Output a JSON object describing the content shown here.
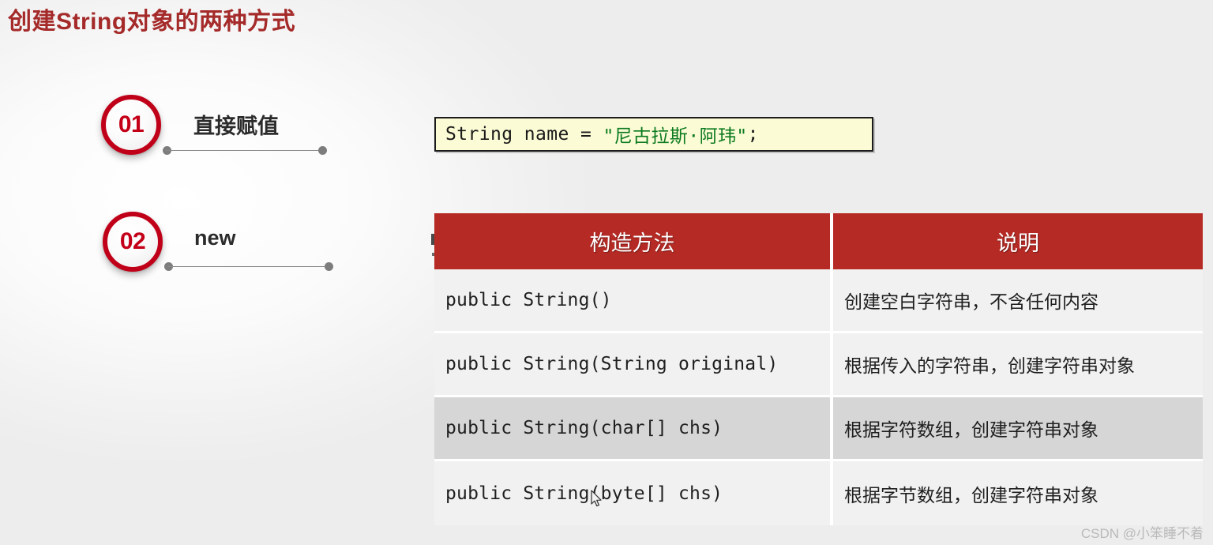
{
  "title": "创建String对象的两种方式",
  "accent_color": "#a52a2a",
  "steps": [
    {
      "number": "01",
      "label": "直接赋值"
    },
    {
      "number": "02",
      "label": "new"
    }
  ],
  "code_box": {
    "prefix": "String name = ",
    "string_literal": "\"尼古拉斯·阿玮\"",
    "suffix": ";",
    "background_color": "#fbfbd5",
    "literal_color": "#0b7a1f"
  },
  "table": {
    "header_color": "#b62a25",
    "columns": [
      "构造方法",
      "说明"
    ],
    "rows": [
      {
        "method": "public String()",
        "description": "创建空白字符串，不含任何内容"
      },
      {
        "method": "public String(String original)",
        "description": "根据传入的字符串，创建字符串对象"
      },
      {
        "method": "public String(char[] chs)",
        "description": "根据字符数组，创建字符串对象"
      },
      {
        "method": "public String(byte[] chs)",
        "description": "根据字节数组，创建字符串对象"
      }
    ]
  },
  "watermark": "CSDN @小笨睡不着"
}
